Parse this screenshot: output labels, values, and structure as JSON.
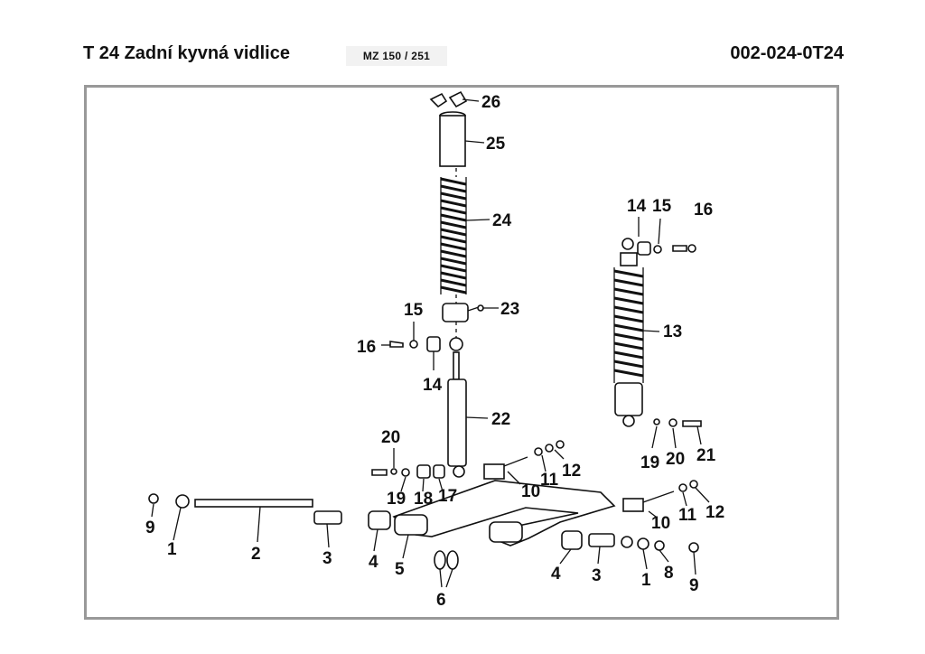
{
  "header": {
    "title": "T 24 Zadní kyvná vidlice",
    "model": "MZ 150 / 251",
    "code": "002-024-0T24"
  },
  "diagram": {
    "labels": {
      "p26": "26",
      "p25": "25",
      "p24": "24",
      "p23": "23",
      "p15a": "15",
      "p16a": "16",
      "p14a": "14",
      "p22": "22",
      "p14b": "14",
      "p15b": "15",
      "p16b": "16",
      "p13": "13",
      "p19b": "19",
      "p20b": "20",
      "p21": "21",
      "p20a": "20",
      "p19a": "19",
      "p18": "18",
      "p17": "17",
      "p10a": "10",
      "p11a": "11",
      "p12a": "12",
      "p10b": "10",
      "p11b": "11",
      "p12b": "12",
      "p9a": "9",
      "p1a": "1",
      "p2": "2",
      "p3a": "3",
      "p4a": "4",
      "p5": "5",
      "p6": "6",
      "p4b": "4",
      "p3b": "3",
      "p1b": "1",
      "p8": "8",
      "p9b": "9"
    }
  }
}
